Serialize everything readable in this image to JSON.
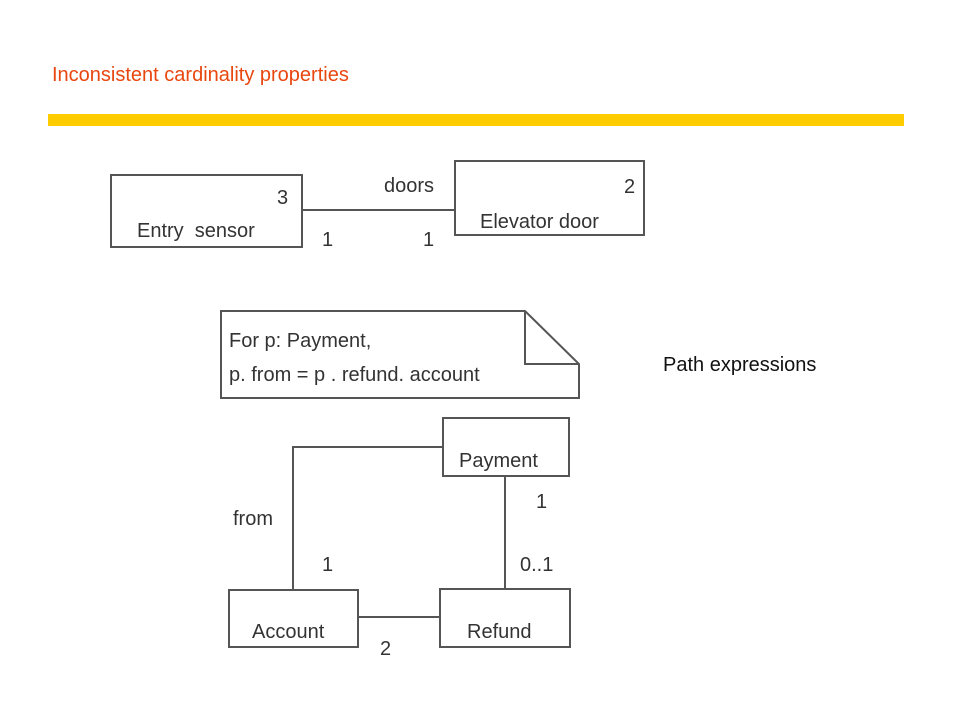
{
  "slide": {
    "title": "Inconsistent cardinality properties",
    "side_label": "Path expressions",
    "accent_color": "#ffcc00",
    "title_color": "#e8470f"
  },
  "diagram1": {
    "entry_sensor": {
      "name": "Entry  sensor",
      "count": "3"
    },
    "elevator_door": {
      "name": "Elevator door",
      "count": "2"
    },
    "association": {
      "label": "doors",
      "left_mult": "1",
      "right_mult": "1"
    }
  },
  "note": {
    "line1": "For p: Payment,",
    "line2": "p. from = p . refund. account"
  },
  "diagram2": {
    "payment": "Payment",
    "account": "Account",
    "refund": "Refund",
    "from_label": "from",
    "from_mult": "1",
    "payment_mult": "1",
    "refund_mult": "0..1",
    "account_refund_mult": "2"
  }
}
